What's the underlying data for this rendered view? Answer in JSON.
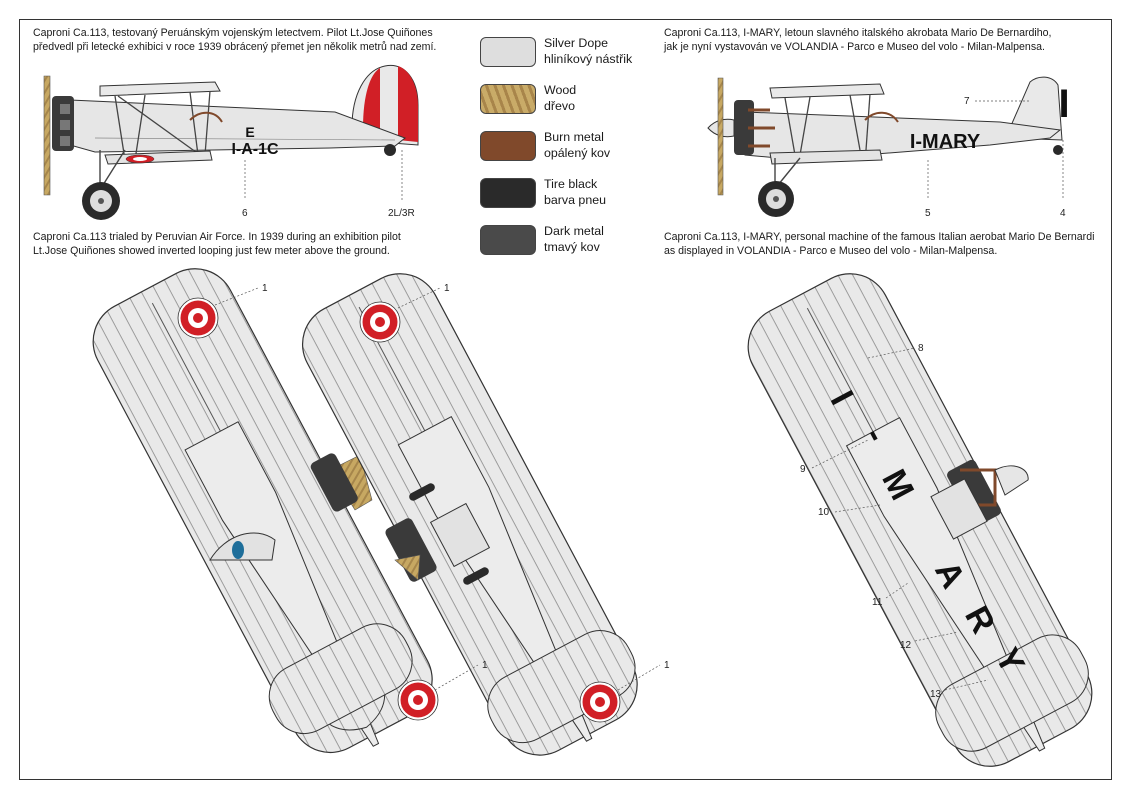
{
  "captions": {
    "left_cz": [
      "Caproni Ca.113, testovaný Peruánským vojenským letectvem. Pilot Lt.Jose Quiñones",
      "předvedl při letecké exhibici v roce 1939 obrácený přemet jen několik metrů nad zemí."
    ],
    "left_en": [
      "Caproni Ca.113 trialed by Peruvian Air Force. In 1939 during an exhibition pilot",
      "Lt.Jose Quiñones showed inverted looping just few meter above the ground."
    ],
    "right_cz": [
      "Caproni Ca.113, I-MARY, letoun slavného italského akrobata Mario De Bernardiho,",
      "jak je nyní vystavován ve VOLANDIA - Parco e Museo del volo - Milan-Malpensa."
    ],
    "right_en": [
      "Caproni Ca.113, I-MARY, personal machine of the famous Italian aerobat Mario De Bernardi",
      "as displayed in VOLANDIA - Parco e Museo del volo - Milan-Malpensa."
    ]
  },
  "legend": [
    {
      "line1": "Silver Dope",
      "line2": "hliníkový nástřik",
      "color": "#dedede"
    },
    {
      "line1": "Wood",
      "line2": "dřevo",
      "color": "#c2a25c"
    },
    {
      "line1": "Burn metal",
      "line2": "opálený kov",
      "color": "#80492b"
    },
    {
      "line1": "Tire black",
      "line2": "barva pneu",
      "color": "#2a2a2a"
    },
    {
      "line1": "Dark metal",
      "line2": "tmavý kov",
      "color": "#4a4a4a"
    }
  ],
  "markings": {
    "peru_code_letter": "E",
    "peru_code": "I-A-1C",
    "registration": "I-MARY",
    "tail_letter": "I",
    "wing_letters": [
      "I",
      "-",
      "M",
      "A",
      "R",
      "Y"
    ]
  },
  "callouts": {
    "peru_side": [
      "6",
      "2L/3R"
    ],
    "mary_side": [
      "7",
      "5",
      "4"
    ],
    "peru_plan": [
      "1",
      "1",
      "1",
      "1"
    ],
    "mary_plan": [
      "8",
      "9",
      "10",
      "11",
      "12",
      "13"
    ]
  }
}
